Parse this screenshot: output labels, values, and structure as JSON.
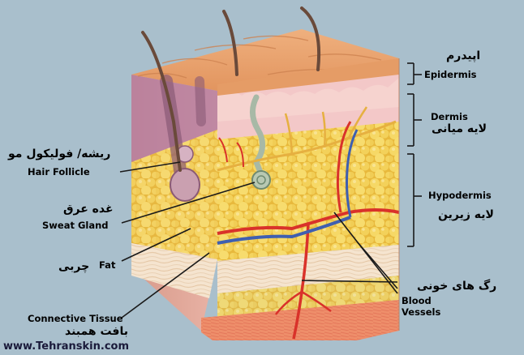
{
  "labels": {
    "epidermis_fa": "اپیدرم",
    "epidermis_en": "Epidermis",
    "dermis_en": "Dermis",
    "dermis_fa": "لایه میانی",
    "hypodermis_en": "Hypodermis",
    "hypodermis_fa": "لایه زیرین",
    "hair_follicle_fa": "ریشه/ فولیکول مو",
    "hair_follicle_en": "Hair Follicle",
    "sweat_gland_fa": "غده عرق",
    "sweat_gland_en": "Sweat Gland",
    "fat_fa": "چربی",
    "fat_en": "Fat",
    "connective_en": "Connective Tissue",
    "connective_fa": "بافت همبند",
    "blood_vessels_fa": "رگ های خونی",
    "blood_vessels_en_1": "Blood",
    "blood_vessels_en_2": "Vessels"
  },
  "watermark": "www.Tehranskin.com",
  "colors": {
    "background": "#a9bfcc",
    "epidermis": "#e9a774",
    "dermis": "#f2c6c6",
    "fat": "#f2cf55",
    "artery": "#d9322a",
    "vein": "#3f5fb0",
    "nerve": "#e6b040"
  }
}
